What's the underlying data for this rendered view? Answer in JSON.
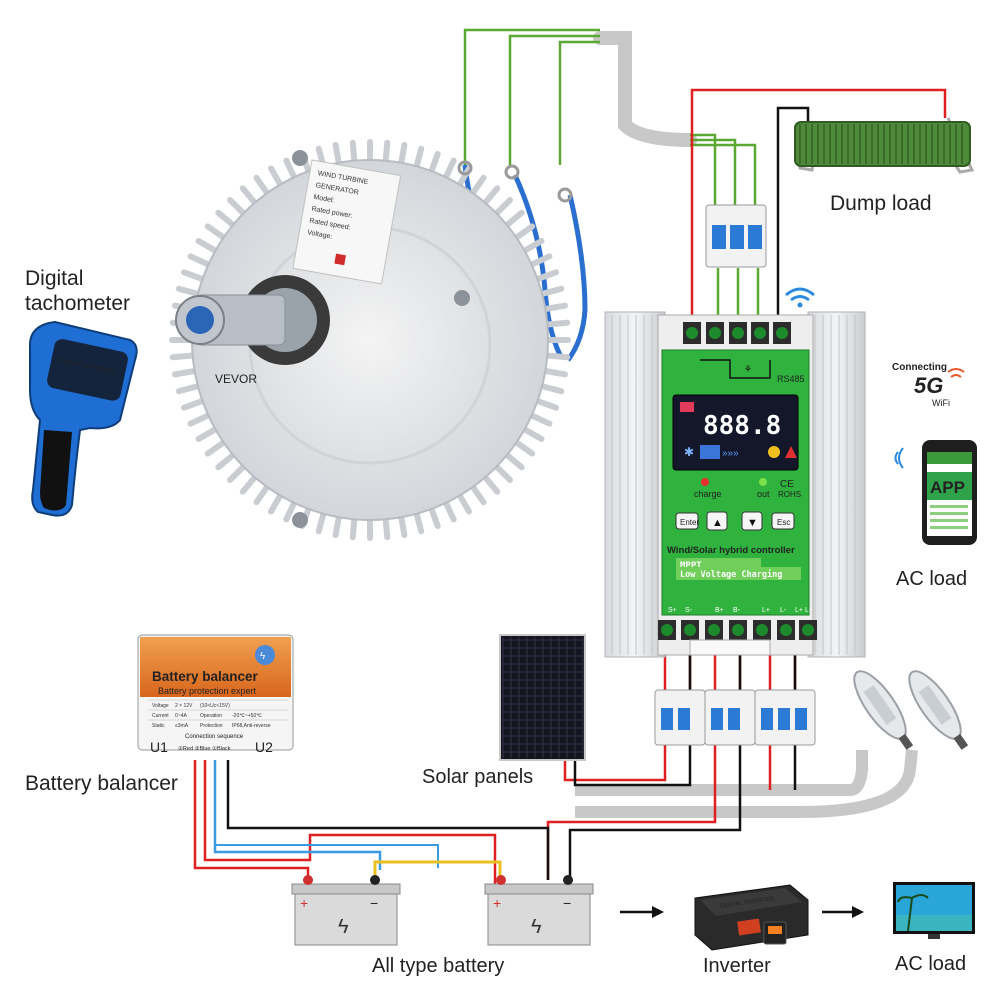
{
  "labels": {
    "digital_tachometer": [
      "Digital",
      "tachometer"
    ],
    "dump_load": "Dump load",
    "ac_load_top": "AC load",
    "battery_balancer": "Battery balancer",
    "solar_panels": "Solar panels",
    "all_type_battery": "All type battery",
    "inverter": "Inverter",
    "ac_load_bottom": "AC load"
  },
  "tachometer": {
    "screen_text": "Digital Tachometer"
  },
  "generator": {
    "plate_lines": [
      "WIND TURBINE",
      "GENERATOR",
      "Model:",
      "Rated power:",
      "Rated speed:",
      "Voltage:"
    ],
    "brand_watermark": "VEVOR"
  },
  "wifi_badge": {
    "top": "Connecting",
    "big": "5G",
    "bottom": "WiFi"
  },
  "phone": {
    "app_label": "APP"
  },
  "controller": {
    "rs485": "RS485",
    "display": "888.8",
    "charge_label": "charge",
    "out_label": "out",
    "ce": "CE",
    "rohs": "ROHS",
    "btn_enter": "Enter",
    "btn_esc": "Esc",
    "title": "Wind/Solar hybrid controller",
    "mppt": "MPPT",
    "low_voltage": "Low Voltage Charging",
    "terminals": [
      "S+",
      "S-",
      "B+",
      "B-",
      "L+",
      "L-",
      "L+",
      "L-"
    ]
  },
  "balancer": {
    "title": "Battery balancer",
    "subtitle": "Battery protection expert",
    "table": [
      [
        "Voltage",
        "2 × 12V",
        "(10<Uc<15V)",
        ""
      ],
      [
        "Current",
        "0~4A",
        "Operation",
        "-20℃~+50℃"
      ],
      [
        "Static",
        "≤3mA",
        "Protection",
        "IP68,Anti-reverse"
      ]
    ],
    "sequence_label": "Connection sequence",
    "u1": "U1",
    "u2": "U2",
    "sequence": "②Red  ③Blue  ①Black"
  },
  "inverter_device": {
    "brand": "DIGITAL INVERTER"
  },
  "battery": {
    "plus": "+",
    "minus": "−"
  },
  "colors": {
    "wire_red": "#e02020",
    "wire_black": "#111111",
    "wire_blue": "#3a9be0",
    "wire_yellow": "#e8c020",
    "wire_green": "#5aa832",
    "cable_gray": "#c8c8c8",
    "controller_green": "#2fb33e",
    "balancer_orange": "#e07a2c"
  }
}
